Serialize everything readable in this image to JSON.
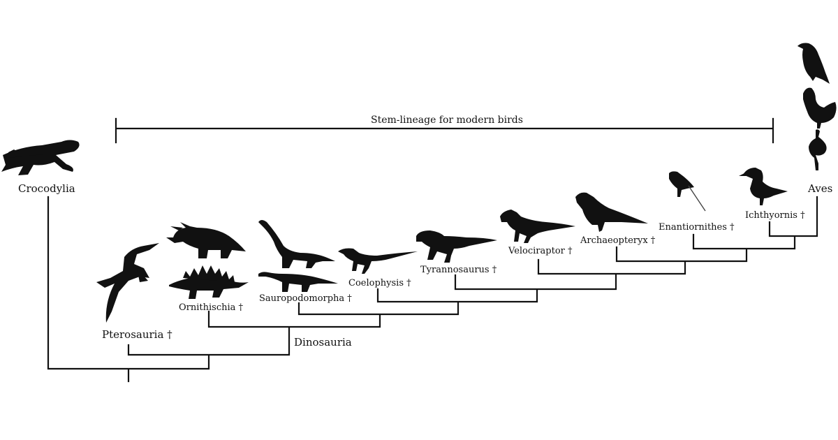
{
  "stem_bracket": {
    "label": "Stem-lineage for modern birds"
  },
  "taxa": {
    "crocodylia": "Crocodylia",
    "pterosauria": "Pterosauria †",
    "dinosauria": "Dinosauria",
    "ornithischia": "Ornithischia †",
    "sauropodomorpha": "Sauropodomorpha †",
    "coelophysis": "Coelophysis",
    "tyrannosaurus": "Tyrannosaurus",
    "velociraptor": "Velociraptor",
    "archaeopteryx": "Archaeopteryx",
    "enantiornithes": "Enantiornithes †",
    "ichthyornis": "Ichthyornis",
    "aves": "Aves"
  },
  "dagger": "†",
  "silhouettes": [
    "crocodile-silhouette",
    "pterosaur-silhouette",
    "triceratops-silhouette",
    "stegosaurus-silhouette",
    "brachiosaur-silhouette",
    "plateosaurus-silhouette",
    "coelophysis-silhouette",
    "tyrannosaurus-silhouette",
    "velociraptor-silhouette",
    "archaeopteryx-silhouette",
    "enantiornithine-silhouette",
    "ichthyornis-silhouette",
    "crow-silhouette",
    "rooster-silhouette",
    "ostrich-silhouette"
  ],
  "colors": {
    "ink": "#111111",
    "background": "#ffffff"
  }
}
